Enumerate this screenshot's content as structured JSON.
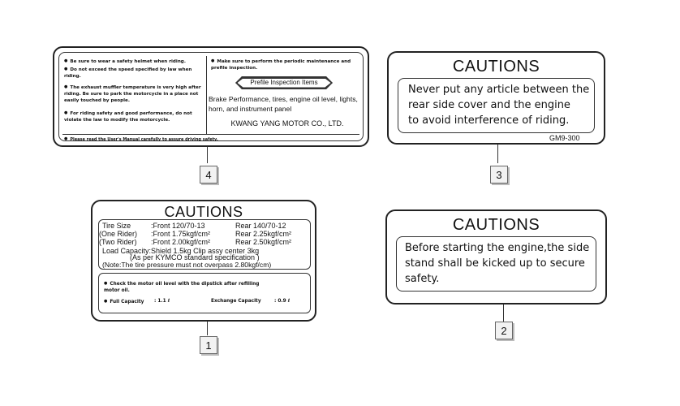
{
  "label4": {
    "left_items": [
      "Be sure to wear a safety helmet when riding.",
      "Do not exceed the speed specified by law when riding.",
      "The exhaust muffler temperature is very high after riding. Be sure to park the motorcycle in a place not easily touched by people.",
      "For riding safety and good performance, do not violate the law to modify the motorcycle."
    ],
    "right_item": "Make sure to perform the periodic maintenance and prefile inspection.",
    "prefile_button": "Prefile Inspection Items",
    "check_text": "Brake Performance, tires, engine oil level, lights, horn, and instrument panel",
    "maker": "KWANG YANG MOTOR CO., LTD.",
    "footer": "Please read the User's Manual carefully to assure driving safety.",
    "callout": "4"
  },
  "label3": {
    "title": "CAUTIONS",
    "lines": [
      "Never put any article between the",
      "rear side cover and the engine",
      "to avoid interference of riding."
    ],
    "code": "GM9-300",
    "callout": "3"
  },
  "label1": {
    "title": "CAUTIONS",
    "tire_rows": [
      [
        "Tire Size",
        ":Front 120/70-13",
        "Rear 140/70-12"
      ],
      [
        "(One Rider)",
        ":Front 1.75kgf/cm²",
        "Rear 2.25kgf/cm²"
      ],
      [
        "(Two Rider)",
        ":Front 2.00kgf/cm²",
        "Rear 2.50kgf/cm²"
      ]
    ],
    "load_line1": "Load Capacity:Shield 1.5kg  Clip assy center 3kg",
    "load_line2": "(As per KYMCO standard specification        )",
    "note": "(Note:The tire pressure must not overpass 2.80kgf/cm)",
    "oil_check": "Check the motor oil level with the dipstick after refilling motor oil.",
    "full_capacity_label": "Full Capacity",
    "full_capacity_value": ": 1.1 ℓ",
    "exchange_capacity_label": "Exchange Capacity",
    "exchange_capacity_value": ": 0.9 ℓ",
    "callout": "1"
  },
  "label2": {
    "title": "CAUTIONS",
    "lines": [
      "Before starting the engine,the side",
      "stand shall be kicked up to secure",
      "safety."
    ],
    "callout": "2"
  }
}
